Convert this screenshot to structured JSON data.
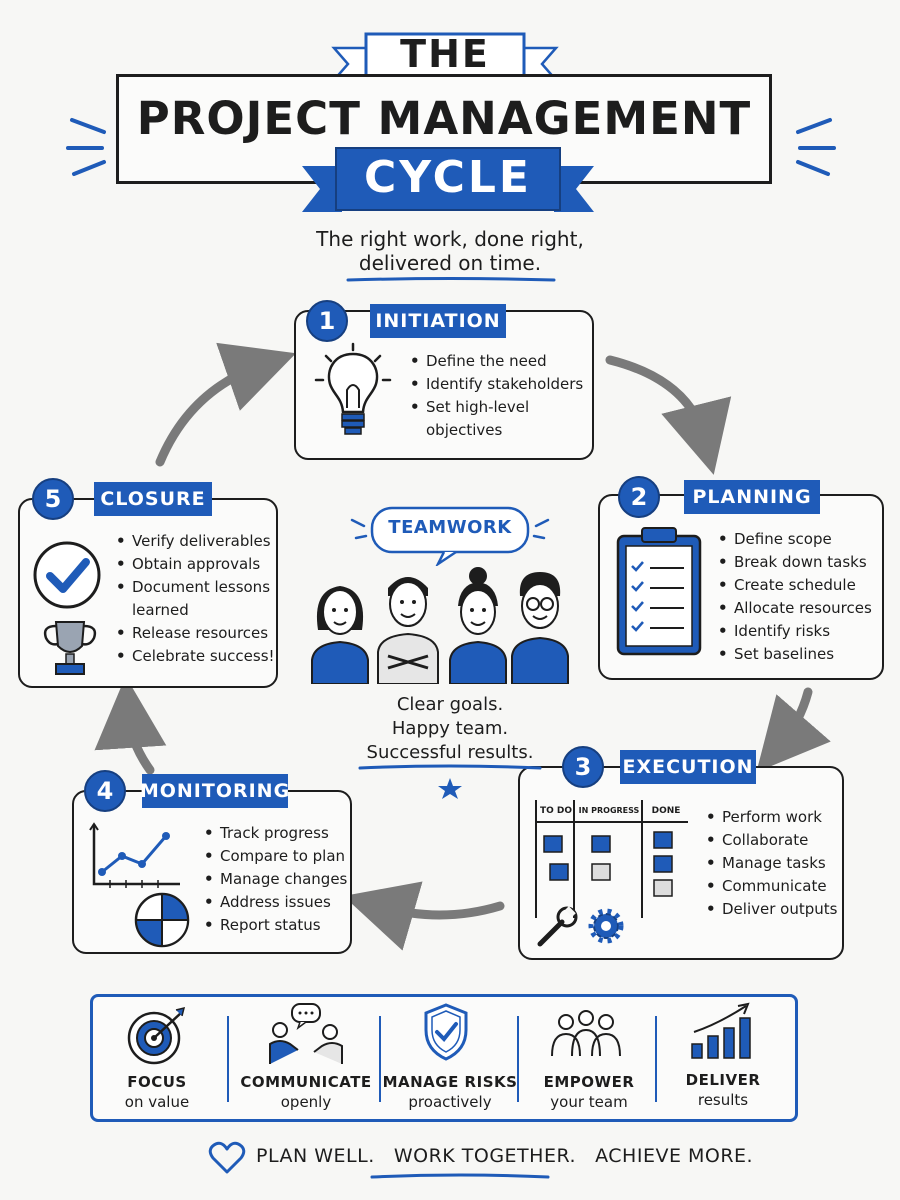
{
  "header": {
    "the": "THE",
    "title": "PROJECT MANAGEMENT",
    "cycle": "CYCLE",
    "subtitle_line1": "The right work, done right,",
    "subtitle_line2": "delivered on time."
  },
  "steps": [
    {
      "num": "1",
      "title": "INITIATION",
      "icon": "lightbulb-icon",
      "items": [
        "Define the need",
        "Identify stakeholders",
        "Set high-level",
        "objectives"
      ]
    },
    {
      "num": "2",
      "title": "PLANNING",
      "icon": "clipboard-icon",
      "items": [
        "Define scope",
        "Break down tasks",
        "Create schedule",
        "Allocate resources",
        "Identify risks",
        "Set baselines"
      ]
    },
    {
      "num": "3",
      "title": "EXECUTION",
      "icon": "kanban-board-icon",
      "board_columns": [
        "TO DO",
        "IN PROGRESS",
        "DONE"
      ],
      "items": [
        "Perform work",
        "Collaborate",
        "Manage tasks",
        "Communicate",
        "Deliver outputs"
      ]
    },
    {
      "num": "4",
      "title": "MONITORING",
      "icon": "line-chart-icon",
      "items": [
        "Track progress",
        "Compare to plan",
        "Manage changes",
        "Address issues",
        "Report status"
      ]
    },
    {
      "num": "5",
      "title": "CLOSURE",
      "icon": "checkmark-icon",
      "items": [
        "Verify deliverables",
        "Obtain approvals",
        "Document lessons",
        "learned",
        "Release resources",
        "Celebrate success!"
      ]
    }
  ],
  "center": {
    "bubble": "TEAMWORK",
    "line1": "Clear goals.",
    "line2": "Happy team.",
    "line3": "Successful results."
  },
  "values": [
    {
      "title": "FOCUS",
      "sub": "on value",
      "icon": "target-icon"
    },
    {
      "title": "COMMUNICATE",
      "sub": "openly",
      "icon": "conversation-icon"
    },
    {
      "title": "MANAGE RISKS",
      "sub": "proactively",
      "icon": "shield-check-icon"
    },
    {
      "title": "EMPOWER",
      "sub": "your team",
      "icon": "people-icon"
    },
    {
      "title": "DELIVER",
      "sub": "results",
      "icon": "bar-growth-icon"
    }
  ],
  "footer": {
    "p1": "PLAN WELL.",
    "p2": "WORK TOGETHER.",
    "p3": "ACHIEVE MORE."
  },
  "colors": {
    "accent": "#1f5bb8",
    "ink": "#1d1d1d",
    "arrow": "#7a7a7a",
    "background": "#f7f7f5"
  }
}
